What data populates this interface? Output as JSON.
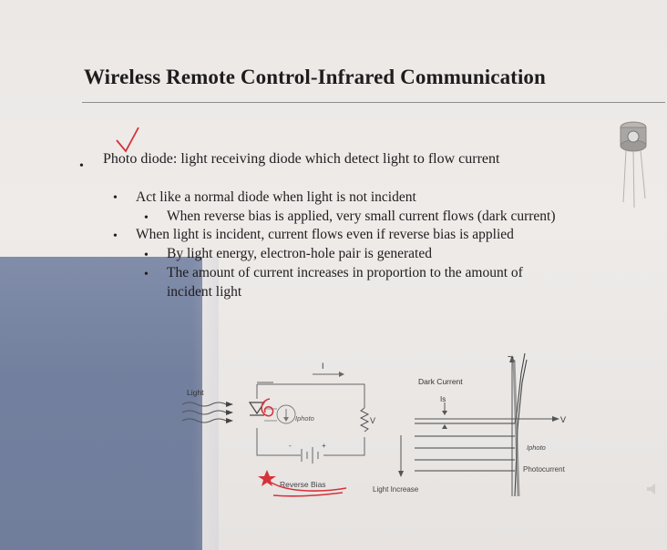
{
  "slide": {
    "title": "Wireless Remote Control-Infrared Communication",
    "bullets": [
      "Photo diode: light receiving diode which detect light to flow current",
      "Act like a normal diode when light is not incident",
      "When reverse bias is applied, very small current flows (dark current)",
      "When light is incident, current flows even if reverse bias is applied",
      "By light energy, electron-hole pair is generated",
      "The amount of current increases in proportion to the amount of",
      "incident light"
    ],
    "bullet_symbol": "•"
  },
  "circuit": {
    "light_label": "Light",
    "current_label": "I",
    "iphoto_label": "Iphoto",
    "voltage_label": "V",
    "reverse_bias_label": "Reverse Bias",
    "plus": "+",
    "minus": "-"
  },
  "graph": {
    "y_axis_label": "I",
    "x_axis_label": "V",
    "dark_current_label": "Dark Current",
    "is_label": "Is",
    "iphoto_label": "Iphoto",
    "photocurrent_label": "Photocurrent",
    "light_increase_label": "Light Increase"
  },
  "colors": {
    "annotation_red": "#d6323a",
    "text": "#1e1c1d"
  }
}
